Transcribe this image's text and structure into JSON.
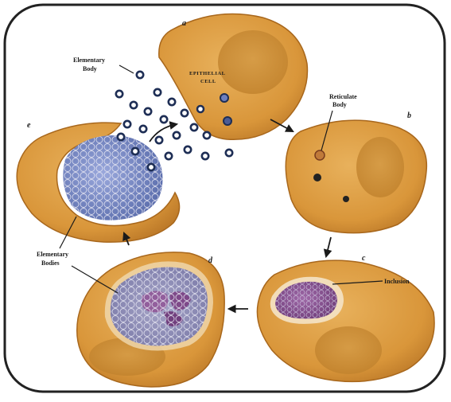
{
  "title": "",
  "stage_letters": {
    "a": "a",
    "b": "b",
    "c": "c",
    "d": "d",
    "e": "e"
  },
  "labels": {
    "epithelial_line1": "EPITHELIAL",
    "epithelial_line2": "CELL",
    "elementary_body_line1": "Elementary",
    "elementary_body_line2": "Body",
    "reticulate_line1": "Reticulate",
    "reticulate_line2": "Body",
    "inclusion": "Inclusion",
    "elementary_bodies_line1": "Elementary",
    "elementary_bodies_line2": "Bodies"
  },
  "colors": {
    "cell_fill": "#d9963a",
    "cell_edge": "#a8671c",
    "nucleus": "#c9872e",
    "body_ring": "#1e2e55",
    "inclusion_purple": "#8a4f8f",
    "inclusion_blue": "#6f83c0",
    "frame": "#222222"
  }
}
